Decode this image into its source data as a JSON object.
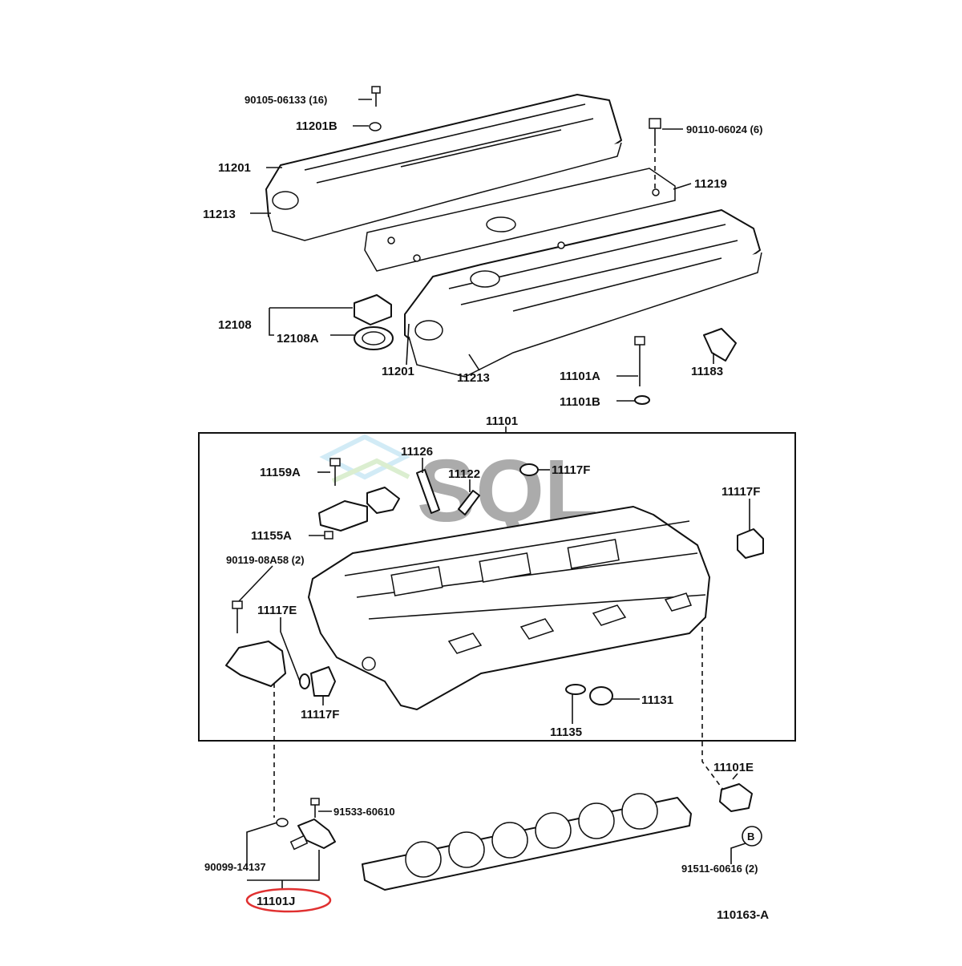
{
  "labels": {
    "p90105": "90105-06133 (16)",
    "p11201b": "11201B",
    "p11201_top": "11201",
    "p11213_left": "11213",
    "p90110": "90110-06024 (6)",
    "p11219": "11219",
    "p12108": "12108",
    "p12108a": "12108A",
    "p11201_bot": "11201",
    "p11213_bot": "11213",
    "p11101a": "11101A",
    "p11101b": "11101B",
    "p11183": "11183",
    "p11101": "11101",
    "p11159a": "11159A",
    "p11126": "11126",
    "p11122": "11122",
    "p11117f_top": "11117F",
    "p11117f_right": "11117F",
    "p11155a": "11155A",
    "p90119": "90119-08A58 (2)",
    "p11117e": "11117E",
    "p11117f_low": "11117F",
    "p11135": "11135",
    "p11131": "11131",
    "p11101e": "11101E",
    "p91533": "91533-60610",
    "p90099": "90099-14137",
    "p11101j": "11101J",
    "p91511": "91511-60616 (2)",
    "callout_b": "B",
    "figure_code": "110163-A"
  },
  "watermark": {
    "text": "SQL",
    "color": "#7fc8e8"
  },
  "colors": {
    "highlight": "#e03030",
    "line": "#111111"
  }
}
